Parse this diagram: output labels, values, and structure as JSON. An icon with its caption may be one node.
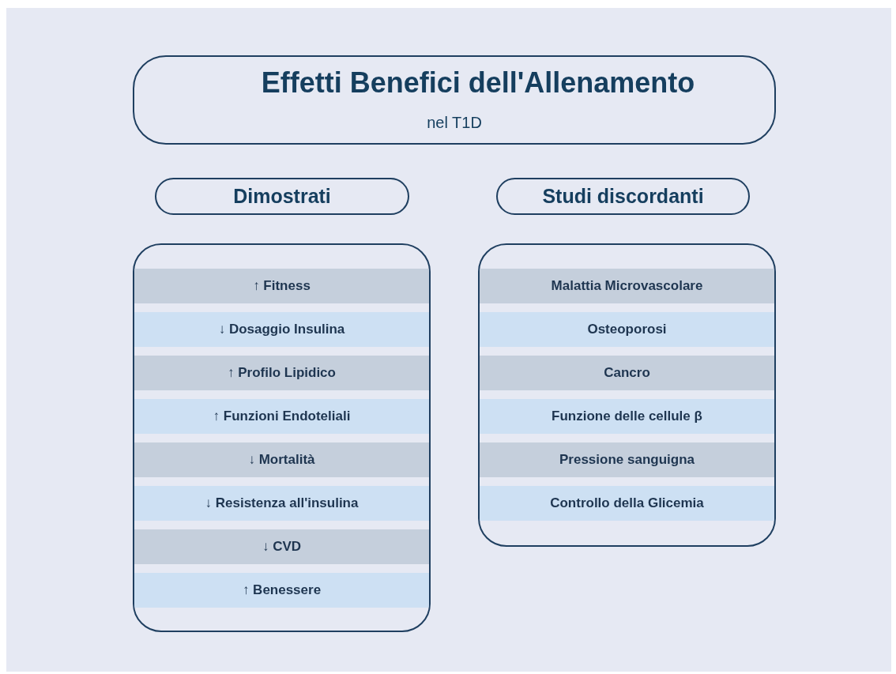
{
  "diagram": {
    "nodes": [
      {
        "text": [
          "Effetti Benefici dell'Allenamento",
          "nel T1D"
        ]
      },
      {
        "text": [
          "Dimostrati"
        ]
      },
      {
        "text": [
          "Studi discordanti"
        ]
      },
      {
        "text": [],
        "shape": "box"
      },
      {
        "text": [
          "↑ Fitness"
        ],
        "in": 3
      },
      {
        "text": [
          "↓ Dosaggio Insulina"
        ],
        "in": 3
      },
      {
        "text": [
          "↑ Profilo Lipidico"
        ],
        "in": 3
      },
      {
        "text": [
          "↑ Funzioni Endoteliali"
        ],
        "in": 3
      },
      {
        "text": [
          "↓ Mortalità"
        ],
        "in": 3
      },
      {
        "text": [
          "↓ Resistenza all'insulina"
        ],
        "in": 3
      },
      {
        "text": [
          "↓ CVD"
        ],
        "in": 3
      },
      {
        "text": [
          "↑ Benessere"
        ],
        "in": 3
      },
      {
        "text": [],
        "shape": "box"
      },
      {
        "text": [
          "Malattia Microvascolare"
        ],
        "in": 12
      },
      {
        "text": [
          "Osteoporosi"
        ],
        "in": 12
      },
      {
        "text": [
          "Cancro"
        ],
        "in": 12
      },
      {
        "text": [
          "Funzione delle cellule β"
        ],
        "in": 12
      },
      {
        "text": [
          "Pressione sanguigna"
        ],
        "in": 12
      },
      {
        "text": [
          "Controllo della Glicemia"
        ],
        "in": 12
      }
    ]
  }
}
